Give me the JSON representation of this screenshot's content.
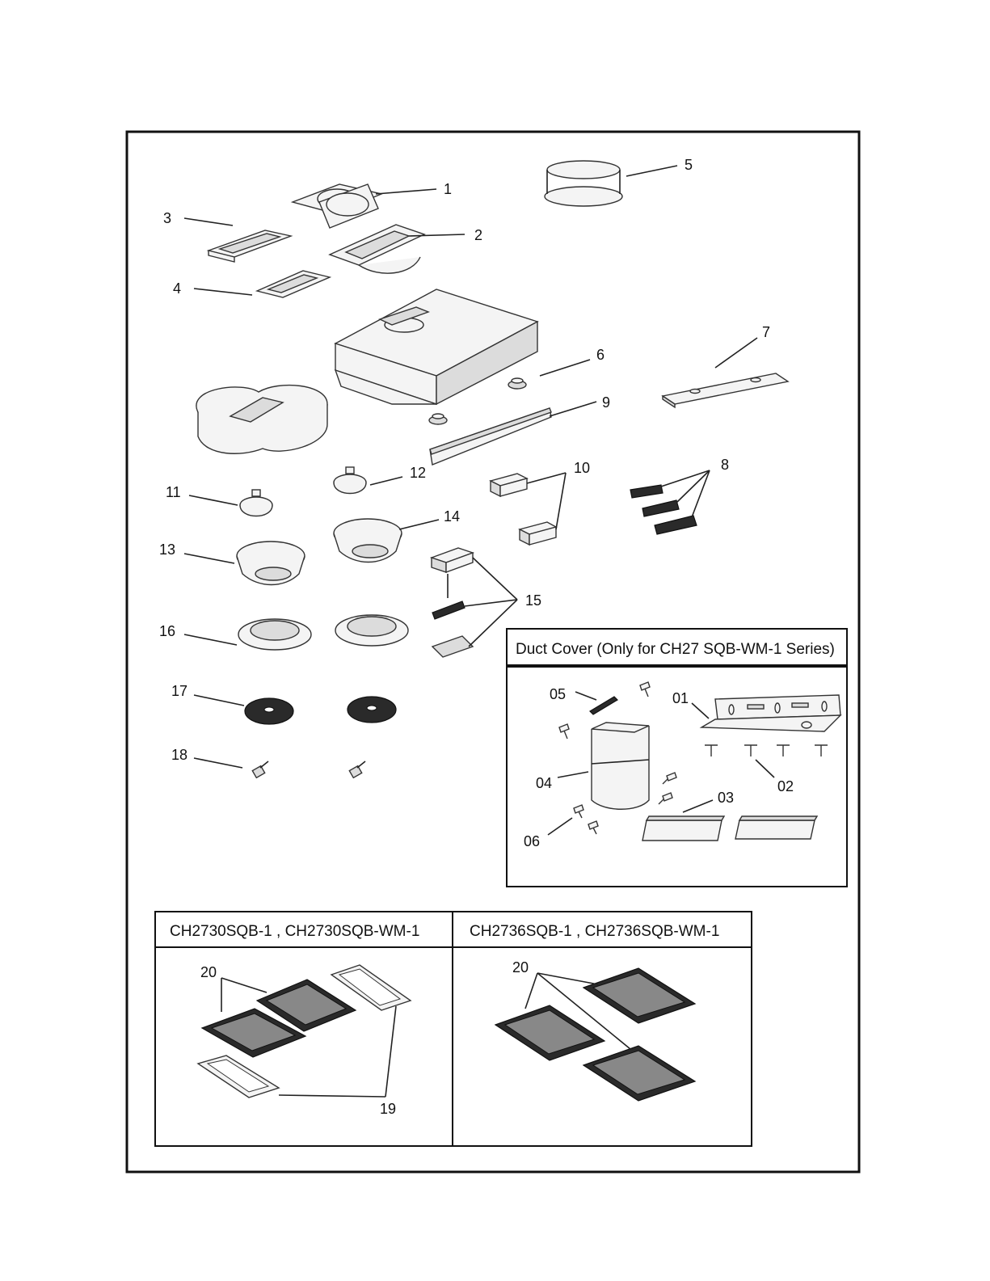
{
  "main_labels": {
    "p1": "1",
    "p2": "2",
    "p3": "3",
    "p4": "4",
    "p5": "5",
    "p6": "6",
    "p7": "7",
    "p8": "8",
    "p9": "9",
    "p10": "10",
    "p11": "11",
    "p12": "12",
    "p13": "13",
    "p14": "14",
    "p15": "15",
    "p16": "16",
    "p17": "17",
    "p18": "18"
  },
  "duct_cover": {
    "title": "Duct Cover (Only for CH27 SQB-WM-1 Series)",
    "labels": {
      "l01": "01",
      "l02": "02",
      "l03": "03",
      "l04": "04",
      "l05": "05",
      "l06": "06"
    }
  },
  "filters": {
    "left": {
      "header": "CH2730SQB-1 , CH2730SQB-WM-1",
      "label_20": "20",
      "label_19": "19"
    },
    "right": {
      "header": "CH2736SQB-1 , CH2736SQB-WM-1",
      "label_20": "20"
    }
  }
}
